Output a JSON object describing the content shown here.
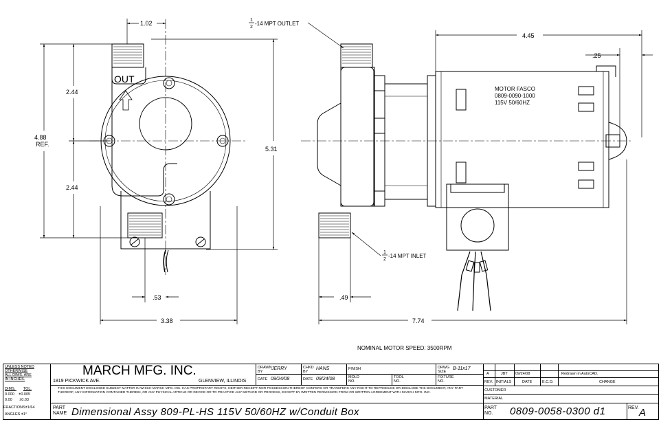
{
  "dimensions": {
    "d_102": "1.02",
    "d_244_top": "2.44",
    "d_244_bot": "2.44",
    "d_488": "4.88",
    "d_ref": "REF.",
    "d_531": "5.31",
    "d_053": ".53",
    "d_338": "3.38",
    "d_445": "4.45",
    "d_025": ".25",
    "d_049": ".49",
    "d_774": "7.74"
  },
  "callouts": {
    "outlet_frac_num": "1",
    "outlet_frac_den": "2",
    "outlet_text": "-14 MPT OUTLET",
    "inlet_frac_num": "1",
    "inlet_frac_den": "2",
    "inlet_text": "-14 MPT INLET",
    "out_label": "OUT",
    "motor_line1": "MOTOR FASCO",
    "motor_line2": "0809-0090-1000",
    "motor_line3": "115V 50/60HZ",
    "motor_speed": "NOMINAL MOTOR SPEED: 3500RPM"
  },
  "title_block": {
    "tol_header": [
      "UNLESS NOTED",
      "OTHERWISE",
      "ALL DIMS. ARE",
      "IN INCHES."
    ],
    "tol_cols": [
      "DIMS.",
      "TOL."
    ],
    "tol_rows": [
      [
        "0.000",
        "±0.005"
      ],
      [
        "0.00",
        "±0.03"
      ]
    ],
    "fractions": "FRACTIONS±1/64",
    "angles": "ANGLES  ±1°",
    "company": "MARCH MFG. INC.",
    "address": "1819 PICKWICK AVE.",
    "city": "GLENVIEW, ILLINOIS",
    "disclaimer": "THIS DOCUMENT DISCLOSED SUBJECT MATTER IN WHICH MARCH MFG. INC. HAS PROPRIETARY RIGHTS, NEITHER RECEIPT NOR POSSESSION THEREOF CONFERS OR TRANSFERS ANY RIGHT TO REPRODUCE OR DISCLOSE THE DOCUMENT, ANY PART THEREOF, ANY INFORMATION CONTAINED THEREIN, OR ANY PHYSICAL ARTICLE OR DEVICE OR TO PRACTICE ANY METHOD OR PROCESS, EXCEPT BY WRITTEN PERMISSION FROM OR WRITTEN AGREEMENT WITH MARCH MFG. INC.",
    "drawn_by_label": "DRAWN BY",
    "drawn_by": "JERRY",
    "chkd_by_label": "CHKD BY",
    "chkd_by": "HANS",
    "finish_label": "FINISH",
    "drwg_size_label": "DRWG SIZE",
    "drwg_size": "B-11x17",
    "date_label": "DATE",
    "date_drawn": "09/24/08",
    "date_chkd": "09/24/08",
    "mold_label": "MOLD NO.",
    "tool_label": "TOOL NO.",
    "fixture_label": "FIXTURE NO.",
    "part_name_label": "PART NAME",
    "part_name": "Dimensional Assy 809-PL-HS 115V 50/60HZ w/Conduit Box",
    "rev_row": [
      "A",
      "JBT",
      "09/24/08",
      "",
      "Redrawn in AutoCAD."
    ],
    "rev_headers": [
      "REV.",
      "INITIALS",
      "DATE",
      "E.C.O.",
      "CHANGE"
    ],
    "customer_label": "CUSTOMER",
    "material_label": "MATERIAL",
    "part_no_label": "PART NO.",
    "part_no": "0809-0058-0300 d1",
    "rev_label": "REV.",
    "rev_value": "A"
  }
}
